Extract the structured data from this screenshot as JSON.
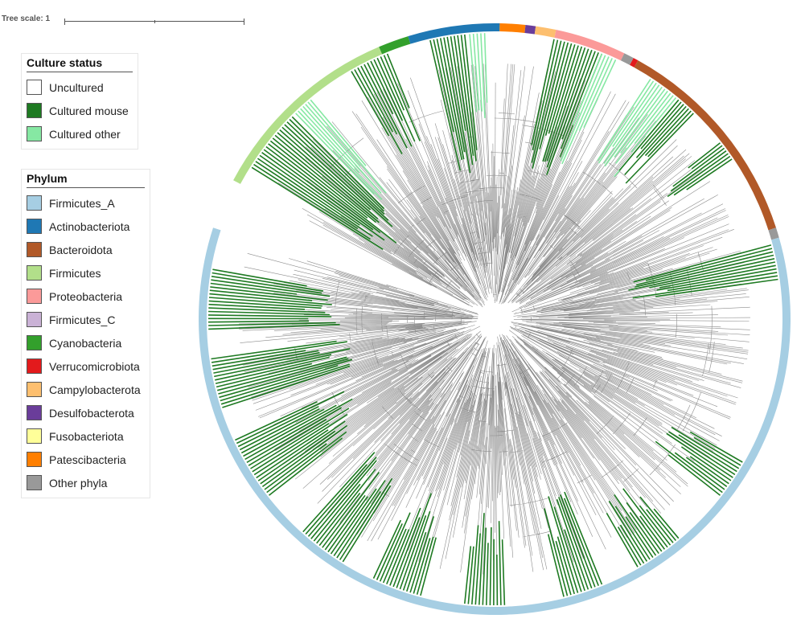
{
  "tree_scale": {
    "label": "Tree scale: 1"
  },
  "legends": {
    "culture": {
      "title": "Culture status",
      "items": [
        {
          "label": "Uncultured",
          "color": "#ffffff"
        },
        {
          "label": "Cultured mouse",
          "color": "#1e7a22"
        },
        {
          "label": "Cultured other",
          "color": "#86e8a3"
        }
      ]
    },
    "phylum": {
      "title": "Phylum",
      "items": [
        {
          "label": "Firmicutes_A",
          "color": "#a6cee3"
        },
        {
          "label": "Actinobacteriota",
          "color": "#1f78b4"
        },
        {
          "label": "Bacteroidota",
          "color": "#b15928"
        },
        {
          "label": "Firmicutes",
          "color": "#b2df8a"
        },
        {
          "label": "Proteobacteria",
          "color": "#fb9a99"
        },
        {
          "label": "Firmicutes_C",
          "color": "#cab2d6"
        },
        {
          "label": "Cyanobacteria",
          "color": "#33a02c"
        },
        {
          "label": "Verrucomicrobiota",
          "color": "#e31a1c"
        },
        {
          "label": "Campylobacterota",
          "color": "#fdbf6f"
        },
        {
          "label": "Desulfobacterota",
          "color": "#6a3d9a"
        },
        {
          "label": "Fusobacteriota",
          "color": "#ffff99"
        },
        {
          "label": "Patescibacteria",
          "color": "#ff7f00"
        },
        {
          "label": "Other phyla",
          "color": "#999999"
        }
      ]
    }
  },
  "phylum_ring": [
    {
      "phylum": "Firmicutes",
      "start_deg": -62,
      "end_deg": -23
    },
    {
      "phylum": "Cyanobacteria",
      "start_deg": -23,
      "end_deg": -17
    },
    {
      "phylum": "Actinobacteriota",
      "start_deg": -17,
      "end_deg": 1
    },
    {
      "phylum": "Patescibacteria",
      "start_deg": 1,
      "end_deg": 6
    },
    {
      "phylum": "Desulfobacterota",
      "start_deg": 6,
      "end_deg": 8
    },
    {
      "phylum": "Campylobacterota",
      "start_deg": 8,
      "end_deg": 12
    },
    {
      "phylum": "Proteobacteria",
      "start_deg": 12,
      "end_deg": 26
    },
    {
      "phylum": "Other phyla",
      "start_deg": 26,
      "end_deg": 28
    },
    {
      "phylum": "Verrucomicrobiota",
      "start_deg": 28,
      "end_deg": 29
    },
    {
      "phylum": "Bacteroidota",
      "start_deg": 29,
      "end_deg": 72
    },
    {
      "phylum": "Other phyla",
      "start_deg": 72,
      "end_deg": 74
    },
    {
      "phylum": "Firmicutes_A",
      "start_deg": 74,
      "end_deg": 288
    }
  ]
}
